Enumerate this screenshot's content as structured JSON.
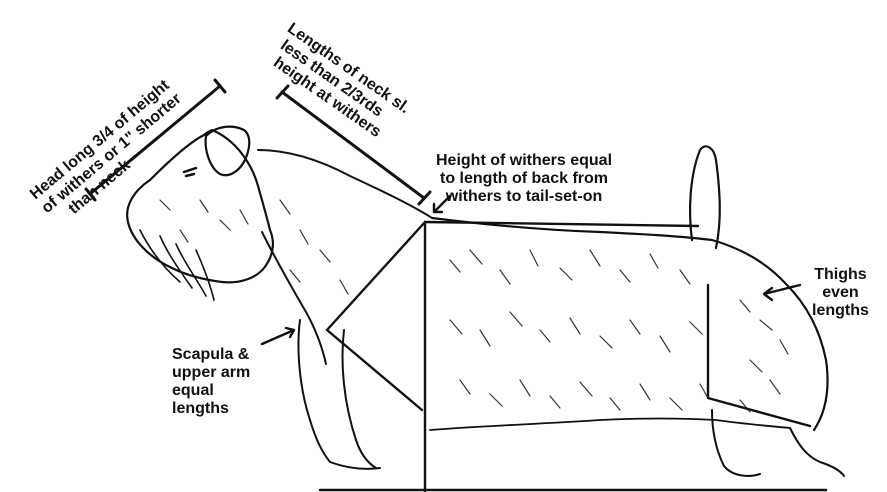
{
  "colors": {
    "ink": "#111111",
    "paper": "#ffffff"
  },
  "labels": {
    "head": [
      "Head long 3/4 of height",
      "of withers or 1\" shorter",
      "than neck"
    ],
    "neck": [
      "Lengths of neck sl.",
      "less than 2/3rds",
      "height at withers"
    ],
    "withers": [
      "Height of withers equal",
      "to length of back from",
      "withers to tail-set-on"
    ],
    "thighs": [
      "Thighs",
      "even",
      "lengths"
    ],
    "scapula": [
      "Scapula &",
      "upper arm",
      "equal",
      "lengths"
    ]
  }
}
